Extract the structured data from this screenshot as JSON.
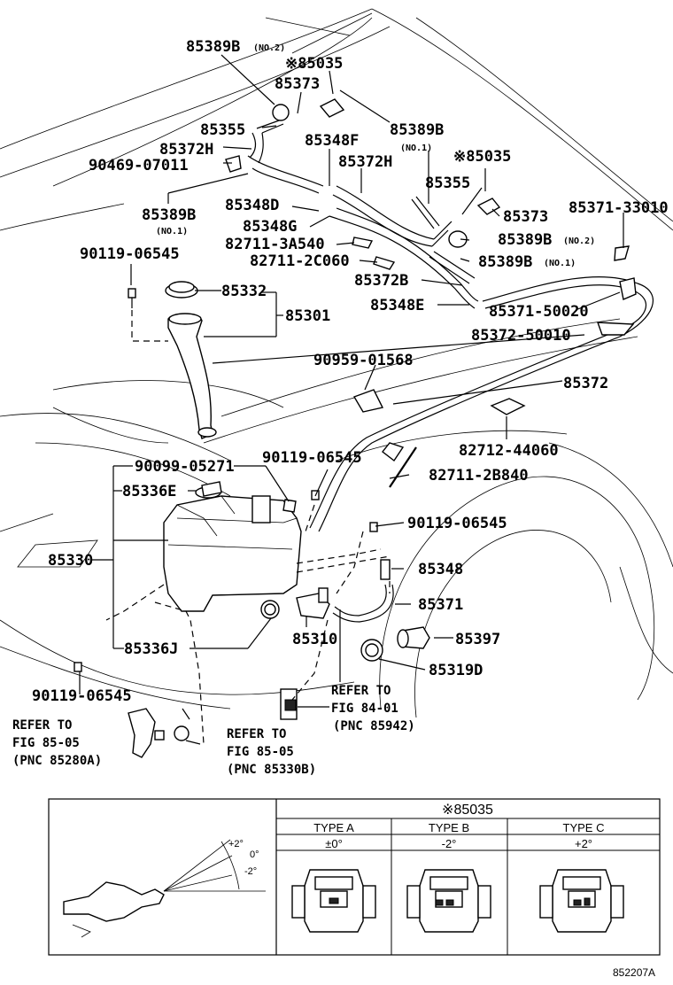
{
  "labels": {
    "p85389B_no2_top": "85389B",
    "p85389B_no2_top_sfx": "(NO.2)",
    "p85035_top": "※85035",
    "p85373_top": "85373",
    "p85355_top": "85355",
    "p85372H_left": "85372H",
    "p90469": "90469-07011",
    "p85389B_no1_left": "85389B",
    "p85389B_no1_left_sfx": "(NO.1)",
    "p85348F": "85348F",
    "p85372H_mid": "85372H",
    "p85389B_no1_right": "85389B",
    "p85389B_no1_right_sfx": "(NO.1)",
    "p85035_right": "※85035",
    "p85355_right": "85355",
    "p85348D": "85348D",
    "p85348G": "85348G",
    "p85373_right": "85373",
    "p85371_33010": "85371-33010",
    "p82711_3A540": "82711-3A540",
    "p82711_2C060": "82711-2C060",
    "p85389B_no2_right": "85389B",
    "p85389B_no2_right_sfx": "(NO.2)",
    "p85389B_no1_right2": "85389B",
    "p85389B_no1_right2_sfx": "(NO.1)",
    "p90119_06545_a": "90119-06545",
    "p85372B": "85372B",
    "p85332": "85332",
    "p85348E": "85348E",
    "p85371_50020": "85371-50020",
    "p85301": "85301",
    "p85372_50010": "85372-50010",
    "p90959": "90959-01568",
    "p85372": "85372",
    "p82712": "82712-44060",
    "p90099": "90099-05271",
    "p90119_06545_b": "90119-06545",
    "p82711_2B840": "82711-2B840",
    "p85336E": "85336E",
    "p90119_06545_c": "90119-06545",
    "p85330": "85330",
    "p85348": "85348",
    "p85371": "85371",
    "p85397": "85397",
    "p85310": "85310",
    "p85336J": "85336J",
    "p85319D": "85319D",
    "p90119_06545_d": "90119-06545",
    "ref1_line1": "REFER TO",
    "ref1_line2": "FIG 84-01",
    "ref1_line3": "(PNC 85942)",
    "ref2_line1": "REFER TO",
    "ref2_line2": "FIG 85-05",
    "ref2_line3": "(PNC 85280A)",
    "ref3_line1": "REFER TO",
    "ref3_line2": "FIG 85-05",
    "ref3_line3": "(PNC 85330B)"
  },
  "table": {
    "header": "※85035",
    "types": [
      {
        "name": "TYPE A",
        "angle": "±0°"
      },
      {
        "name": "TYPE B",
        "angle": "-2°"
      },
      {
        "name": "TYPE C",
        "angle": "+2°"
      }
    ],
    "angle_labels": {
      "plus": "+2°",
      "zero": "0°",
      "minus": "-2°"
    }
  },
  "figure_code": "852207A"
}
